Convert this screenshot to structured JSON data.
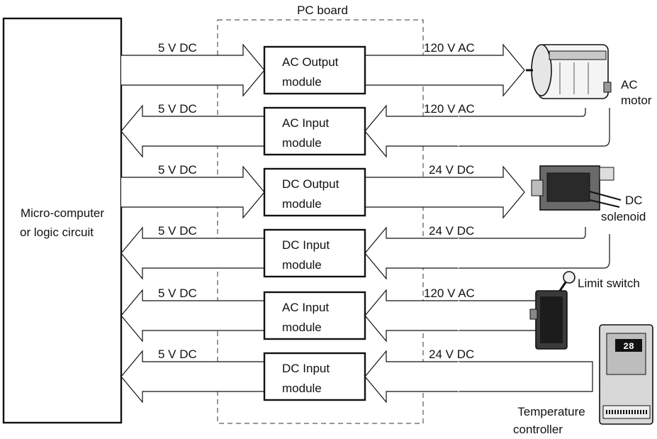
{
  "diagram": {
    "pc_board_label": "PC board",
    "computer_label": [
      "Micro-computer",
      "or logic circuit"
    ],
    "rows": [
      {
        "left_voltage": "5 V DC",
        "module": [
          "AC Output",
          "module"
        ],
        "right_voltage": "120 V AC",
        "direction": "output"
      },
      {
        "left_voltage": "5 V DC",
        "module": [
          "AC Input",
          "module"
        ],
        "right_voltage": "120 V AC",
        "direction": "input"
      },
      {
        "left_voltage": "5 V DC",
        "module": [
          "DC Output",
          "module"
        ],
        "right_voltage": "24 V DC",
        "direction": "output"
      },
      {
        "left_voltage": "5 V DC",
        "module": [
          "DC Input",
          "module"
        ],
        "right_voltage": "24 V DC",
        "direction": "input"
      },
      {
        "left_voltage": "5 V DC",
        "module": [
          "AC Input",
          "module"
        ],
        "right_voltage": "120 V AC",
        "direction": "input"
      },
      {
        "left_voltage": "5 V DC",
        "module": [
          "DC Input",
          "module"
        ],
        "right_voltage": "24 V DC",
        "direction": "input"
      }
    ],
    "devices": {
      "ac_motor": [
        "AC",
        "motor"
      ],
      "dc_solenoid": [
        "DC",
        "solenoid"
      ],
      "limit_switch": "Limit switch",
      "temperature_controller": [
        "Temperature",
        "controller"
      ],
      "controller_display": "28"
    }
  }
}
